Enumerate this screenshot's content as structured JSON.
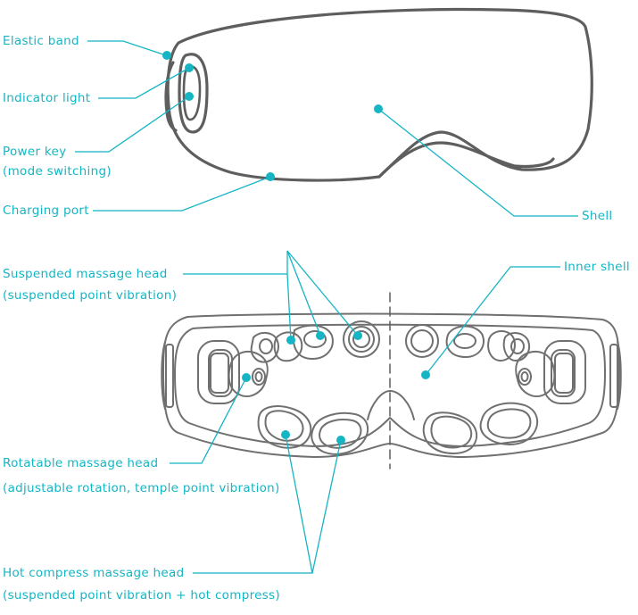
{
  "labels": {
    "elastic_band": "Elastic band",
    "indicator_light": "Indicator light",
    "power_key": "Power key",
    "power_key_sub": "(mode switching)",
    "charging_port": "Charging port",
    "shell": "Shell",
    "suspended_head": "Suspended massage head",
    "suspended_head_sub": "(suspended point vibration)",
    "inner_shell": "Inner shell",
    "rotatable_head": "Rotatable massage head",
    "rotatable_head_sub": "(adjustable rotation, temple point vibration)",
    "hot_compress_head": "Hot compress massage head",
    "hot_compress_head_sub": "(suspended point vibration + hot compress)"
  },
  "colors": {
    "accent": "#15b5c4",
    "outline_dark": "#5e5e5e",
    "outline_light": "#707070"
  }
}
